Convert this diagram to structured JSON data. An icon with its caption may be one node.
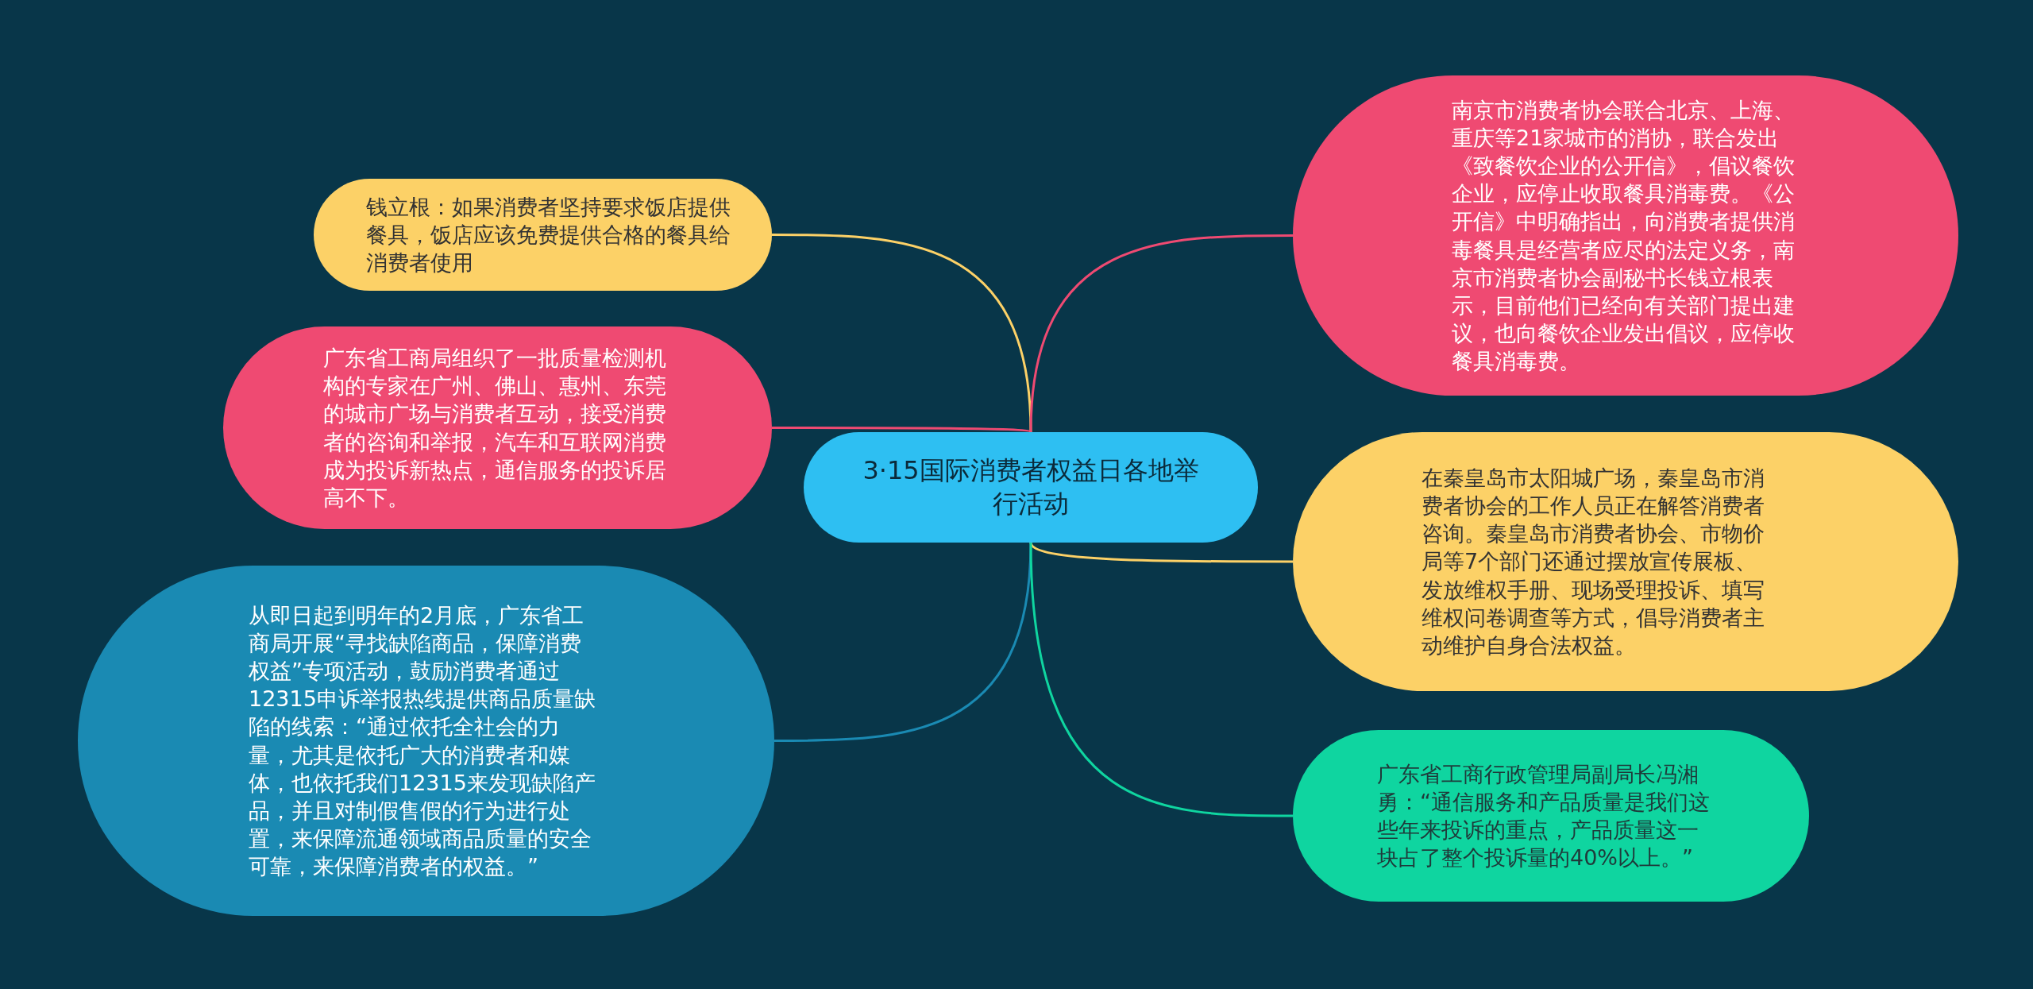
{
  "diagram": {
    "nodes": [
      {
        "text": [
          "3·15国际消费者权益日各地举行活动"
        ]
      },
      {
        "text": [
          "钱立根：如果消费者坚持要求饭店提供餐具，饭店应该免费提供合格的餐具给消费者使用"
        ]
      },
      {
        "text": [
          "广东省工商局组织了一批质量检测机构的专家在广州、佛山、惠州、东莞的城市广场与消费者互动，接受消费者的咨询和举报，汽车和互联网消费成为投诉新热点，通信服务的投诉居高不下。"
        ]
      },
      {
        "text": [
          "从即日起到明年的2月底，广东省工商局开展“寻找缺陷商品，保障消费权益”专项活动，鼓励消费者通过12315申诉举报热线提供商品质量缺陷的线索：“通过依托全社会的力量，尤其是依托广大的消费者和媒体，也依托我们12315来发现缺陷产品，并且对制假售假的行为进行处置，来保障流通领域商品质量的安全可靠，来保障消费者的权益。”"
        ]
      },
      {
        "text": [
          "南京市消费者协会联合北京、上海、重庆等21家城市的消协，联合发出《致餐饮企业的公开信》，倡议餐饮企业，应停止收取餐具消毒费。《公开信》中明确指出，向消费者提供消毒餐具是经营者应尽的法定义务，南京市消费者协会副秘书长钱立根表示，目前他们已经向有关部门提出建议，也向餐饮企业发出倡议，应停收餐具消毒费。"
        ]
      },
      {
        "text": [
          "在秦皇岛市太阳城广场，秦皇岛市消费者协会的工作人员正在解答消费者咨询。秦皇岛市消费者协会、市物价局等7个部门还通过摆放宣传展板、发放维权手册、现场受理投诉、填写维权问卷调查等方式，倡导消费者主动维护自身合法权益。"
        ]
      },
      {
        "text": [
          "广东省工商行政管理局副局长冯湘勇：“通信服务和产品质量是我们这些年来投诉的重点，产品质量这一块占了整个投诉量的40%以上。”"
        ]
      }
    ],
    "edges": [
      {
        "from": 0,
        "to": 1,
        "arrow": "none",
        "color": "#fcd167"
      },
      {
        "from": 0,
        "to": 2,
        "arrow": "none",
        "color": "#ef4a72"
      },
      {
        "from": 0,
        "to": 3,
        "arrow": "none",
        "color": "#1a8ab3"
      },
      {
        "from": 0,
        "to": 4,
        "arrow": "none",
        "color": "#ef4a72"
      },
      {
        "from": 0,
        "to": 5,
        "arrow": "none",
        "color": "#fcd167"
      },
      {
        "from": 0,
        "to": 6,
        "arrow": "none",
        "color": "#0fd5a0"
      }
    ]
  }
}
